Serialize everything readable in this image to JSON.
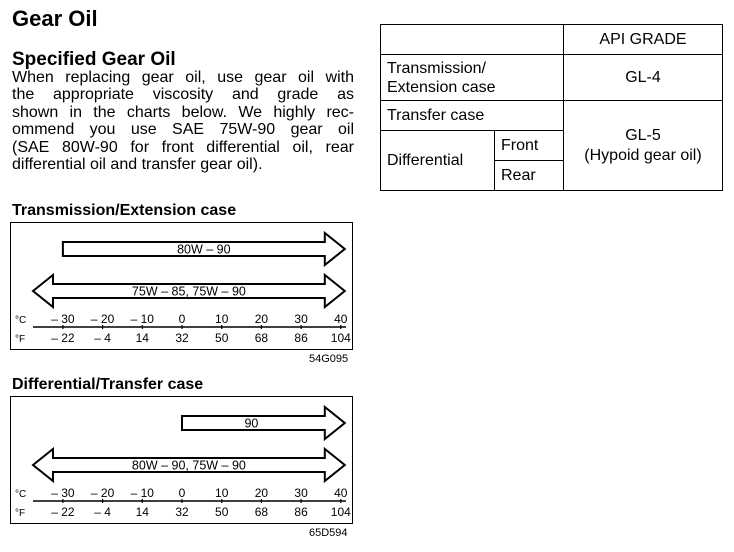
{
  "page": {
    "title": "Gear Oil",
    "subtitle": "Specified Gear Oil",
    "paragraph_lines": [
      "When replacing gear oil, use gear oil with",
      "the appropriate viscosity and grade as",
      "shown in the charts below. We highly rec-",
      "ommend you use SAE 75W-90 gear oil",
      "(SAE 80W-90 for front differential oil, rear",
      "differential oil and transfer gear oil)."
    ]
  },
  "charts": [
    {
      "heading": "Transmission/Extension case",
      "code": "54G095",
      "arrows": [
        {
          "label": "80W – 90",
          "from_c": -30,
          "to_c": 40,
          "from_arrow": false
        },
        {
          "label": "75W – 85, 75W – 90",
          "from_c": -40,
          "to_c": 40,
          "from_arrow": true
        }
      ],
      "unit_c": "°C",
      "unit_f": "°F",
      "celsius_ticks": [
        "– 30",
        "– 20",
        "– 10",
        "0",
        "10",
        "20",
        "30",
        "40"
      ],
      "fahrenheit_ticks": [
        "– 22",
        "– 4",
        "14",
        "32",
        "50",
        "68",
        "86",
        "104"
      ]
    },
    {
      "heading": "Differential/Transfer case",
      "code": "65D594",
      "arrows": [
        {
          "label": "90",
          "from_c": 0,
          "to_c": 40,
          "from_arrow": false
        },
        {
          "label": "80W – 90, 75W – 90",
          "from_c": -40,
          "to_c": 40,
          "from_arrow": true
        }
      ],
      "unit_c": "°C",
      "unit_f": "°F",
      "celsius_ticks": [
        "– 30",
        "– 20",
        "– 10",
        "0",
        "10",
        "20",
        "30",
        "40"
      ],
      "fahrenheit_ticks": [
        "– 22",
        "– 4",
        "14",
        "32",
        "50",
        "68",
        "86",
        "104"
      ]
    }
  ],
  "table": {
    "header": "API GRADE",
    "row1_label": "Transmission/\nExtension case",
    "row1_grade": "GL-4",
    "row2_label": "Transfer case",
    "row3_label": "Differential",
    "row3_sub1": "Front",
    "row3_sub2": "Rear",
    "grade2_line1": "GL-5",
    "grade2_line2": "(Hypoid gear oil)"
  }
}
